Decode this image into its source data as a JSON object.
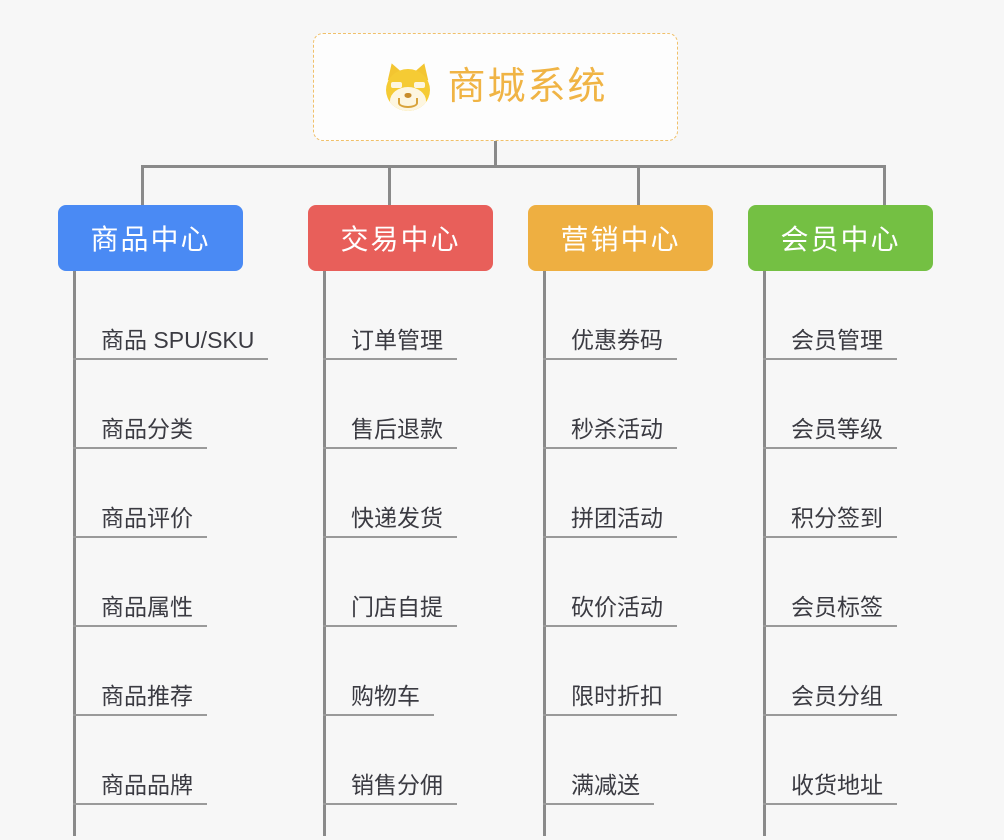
{
  "diagram": {
    "type": "org-chart",
    "root": {
      "label": "商城系统",
      "icon": "shiba-inu-dog-icon",
      "text_color": "#f0b445",
      "border_color": "#f0c06a",
      "background": "#fdfdfd"
    },
    "background": "#f7f7f7",
    "connector_color": "#8a8a8a",
    "branches": [
      {
        "id": "product-center",
        "label": "商品中心",
        "color": "#4a8af4",
        "leaves": [
          {
            "label": "商品 SPU/SKU"
          },
          {
            "label": "商品分类"
          },
          {
            "label": "商品评价"
          },
          {
            "label": "商品属性"
          },
          {
            "label": "商品推荐"
          },
          {
            "label": "商品品牌"
          }
        ]
      },
      {
        "id": "trade-center",
        "label": "交易中心",
        "color": "#e85f5a",
        "leaves": [
          {
            "label": "订单管理"
          },
          {
            "label": "售后退款"
          },
          {
            "label": "快递发货"
          },
          {
            "label": "门店自提"
          },
          {
            "label": "购物车"
          },
          {
            "label": "销售分佣"
          }
        ]
      },
      {
        "id": "marketing-center",
        "label": "营销中心",
        "color": "#eeaf41",
        "leaves": [
          {
            "label": "优惠券码"
          },
          {
            "label": "秒杀活动"
          },
          {
            "label": "拼团活动"
          },
          {
            "label": "砍价活动"
          },
          {
            "label": "限时折扣"
          },
          {
            "label": "满减送"
          }
        ]
      },
      {
        "id": "member-center",
        "label": "会员中心",
        "color": "#74c043",
        "leaves": [
          {
            "label": "会员管理"
          },
          {
            "label": "会员等级"
          },
          {
            "label": "积分签到"
          },
          {
            "label": "会员标签"
          },
          {
            "label": "会员分组"
          },
          {
            "label": "收货地址"
          }
        ]
      }
    ]
  }
}
